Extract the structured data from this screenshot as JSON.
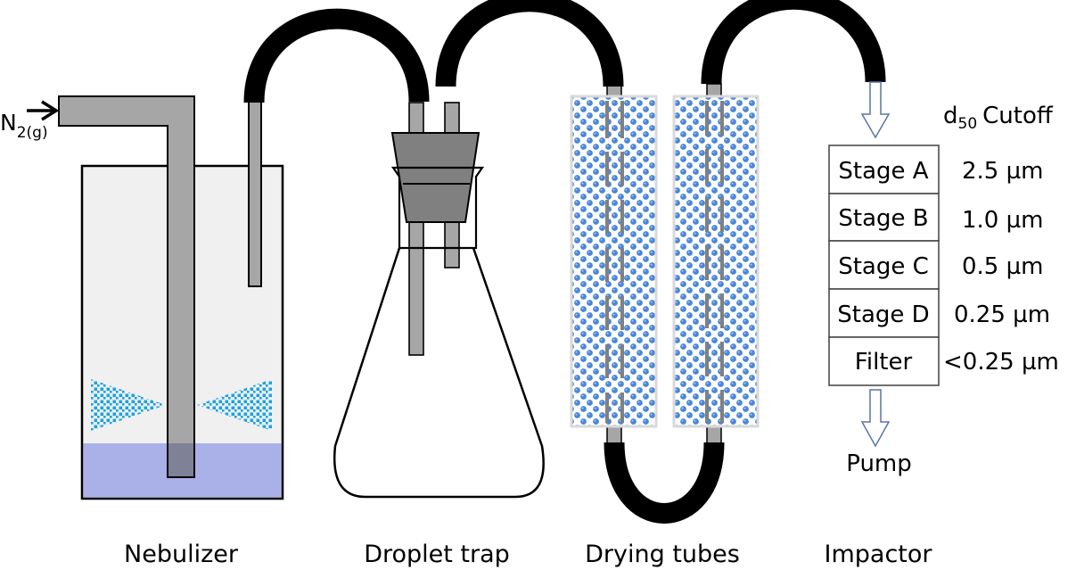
{
  "gas_inlet": {
    "species": "N",
    "subscript": "2(g)"
  },
  "labels": {
    "nebulizer": "Nebulizer",
    "droplet_trap": "Droplet trap",
    "drying_tubes": "Drying tubes",
    "impactor": "Impactor",
    "pump": "Pump"
  },
  "cutoff_header": {
    "symbol": "d",
    "subscript": "50",
    "text": "Cutoff"
  },
  "impactor_stages": [
    {
      "name": "Stage A",
      "cutoff": "2.5 µm"
    },
    {
      "name": "Stage B",
      "cutoff": "1.0 µm"
    },
    {
      "name": "Stage C",
      "cutoff": "0.5 µm"
    },
    {
      "name": "Stage D",
      "cutoff": "0.25 µm"
    },
    {
      "name": "Filter",
      "cutoff": "<0.25 µm"
    }
  ],
  "colors": {
    "tube_gray": "#a6a6a6",
    "stopper_gray": "#808080",
    "tubing_black": "#000000",
    "liquid": "#aab1e8",
    "container_fill": "#f0f0f0",
    "spray": "#1aa3e0",
    "desiccant": "#4a86d8",
    "arrow_outline": "#5a74a8"
  }
}
